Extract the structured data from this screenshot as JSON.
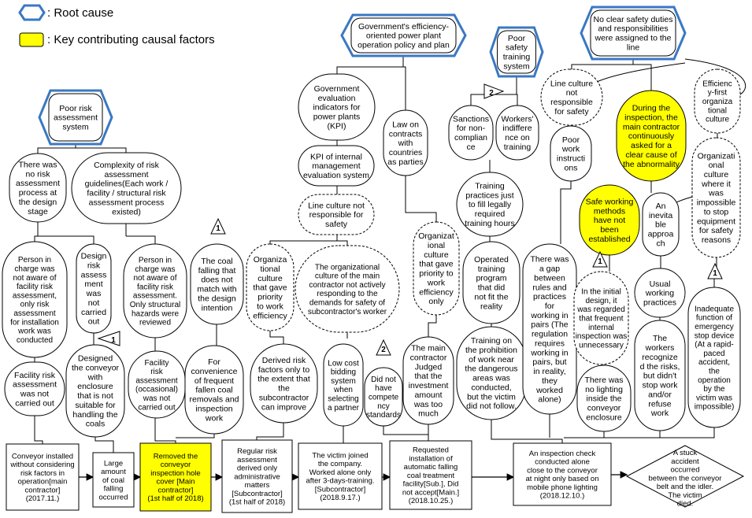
{
  "legend": [
    {
      "shape": "hexagon",
      "label": ": Root cause",
      "color": "#3a78c3"
    },
    {
      "shape": "yellow-box",
      "label": ": Key contributing causal factors",
      "color": "#ffff00"
    }
  ],
  "colors": {
    "root_border": "#3a78c3",
    "key_fill": "#ffff00",
    "line": "#000000"
  },
  "nodes": [
    {
      "id": "root-poor-risk",
      "lines": [
        "Poor risk",
        "assessment",
        "system"
      ]
    },
    {
      "id": "root-gov-policy",
      "lines": [
        "Government's efficiency-",
        "oriented power plant",
        "operation policy and plan"
      ]
    },
    {
      "id": "root-poor-training",
      "lines": [
        "Poor",
        "safety",
        "training",
        "system"
      ]
    },
    {
      "id": "root-no-duties",
      "lines": [
        "No clear safety duties",
        "and responsibilities",
        "were assigned to the",
        "line"
      ]
    },
    {
      "id": "no-risk-design",
      "lines": [
        "There was",
        "no risk",
        "assessment",
        "process at",
        "the design",
        "stage"
      ]
    },
    {
      "id": "complexity-guidelines",
      "lines": [
        "Complexity of risk",
        "assessment",
        "guidelines(Each work /",
        "facility / structural risk",
        "assessment process",
        "existed)"
      ]
    },
    {
      "id": "person-not-aware-1",
      "lines": [
        "Person in",
        "charge was",
        "not aware of",
        "facility risk",
        "assessment,",
        "only risk",
        "assessment",
        "for installation",
        "work was",
        "conducted"
      ]
    },
    {
      "id": "design-risk-not",
      "lines": [
        "Design",
        "risk",
        "assess",
        "ment",
        "was",
        "not",
        "carried",
        "out"
      ]
    },
    {
      "id": "person-not-aware-2",
      "lines": [
        "Person in",
        "charge was",
        "not aware of",
        "facility risk",
        "assessment.",
        "Only structural",
        "hazards were",
        "reviewed"
      ]
    },
    {
      "id": "facility-risk-not-1",
      "lines": [
        "Facility  risk",
        "assessment",
        "was not",
        "carried out"
      ]
    },
    {
      "id": "designed-conveyor",
      "lines": [
        "Designed",
        "the conveyor",
        "with",
        "enclosure",
        "that is not",
        "suitable for",
        "handling the",
        "coals"
      ]
    },
    {
      "id": "facility-risk-occasional",
      "lines": [
        "Facility",
        "risk",
        "assessment",
        "(occasional)",
        "was not",
        "carried out"
      ]
    },
    {
      "id": "gov-kpi",
      "lines": [
        "Government",
        "evaluation",
        "indicators for",
        "power plants",
        "(KPI)"
      ]
    },
    {
      "id": "kpi-internal",
      "lines": [
        "KPI of internal",
        "management",
        "evaluation system"
      ]
    },
    {
      "id": "line-culture-1",
      "lines": [
        "Line culture not",
        "responsible for",
        "safety"
      ]
    },
    {
      "id": "law-contracts",
      "lines": [
        "Law on",
        "contracts",
        "with",
        "countries",
        "as parties"
      ]
    },
    {
      "id": "coal-falling",
      "lines": [
        "The coal",
        "falling that",
        "does not",
        "match with",
        "the design",
        "intention"
      ]
    },
    {
      "id": "org-culture-priority-1",
      "lines": [
        "Organiza",
        "tional",
        "culture",
        "that gave",
        "priority",
        "to  work",
        "efficiency"
      ]
    },
    {
      "id": "org-culture-main",
      "lines": [
        "The organizational",
        "culture  of the main",
        "contractor not actively",
        "responding to the",
        "demands for safety  of",
        "subcontractor's worker"
      ]
    },
    {
      "id": "org-culture-priority-2",
      "lines": [
        "Organizat",
        "ional",
        "culture",
        "that gave",
        "priority to",
        "work",
        "efficiency",
        "only"
      ]
    },
    {
      "id": "for-convenience",
      "lines": [
        "For",
        "convenience",
        "of frequent",
        "fallen coal",
        "removals and",
        "inspection",
        "work"
      ]
    },
    {
      "id": "derived-risk",
      "lines": [
        "Derived risk",
        "factors only to",
        "the extent that",
        "the",
        "subcontractor",
        "can improve"
      ]
    },
    {
      "id": "low-cost-bidding",
      "lines": [
        "Low cost",
        "bidding",
        "system",
        "when",
        "selecting",
        "a partner"
      ]
    },
    {
      "id": "no-competency",
      "lines": [
        "Did not",
        "have",
        "compete",
        "ncy",
        "standards"
      ]
    },
    {
      "id": "main-contractor-judged",
      "lines": [
        "The main",
        "contractor",
        "Judged",
        "that the",
        "investment",
        "amount",
        "was too",
        "much"
      ]
    },
    {
      "id": "sanctions",
      "lines": [
        "Sanctions",
        "for non-",
        "complian",
        "ce"
      ]
    },
    {
      "id": "workers-indifference",
      "lines": [
        "Workers'",
        "indiffere",
        "nce on",
        "training"
      ]
    },
    {
      "id": "training-practices",
      "lines": [
        "Training",
        "practices just",
        "to fill legally",
        "required",
        "training hours"
      ]
    },
    {
      "id": "operated-training",
      "lines": [
        "Operated",
        "training",
        "program",
        "that did",
        "not fit the",
        "reality"
      ]
    },
    {
      "id": "training-prohibition",
      "lines": [
        "Training on",
        "the prohibition",
        "of work near",
        "the dangerous",
        "areas was",
        "conducted,",
        "but the victim",
        "did  not follow."
      ]
    },
    {
      "id": "line-culture-2",
      "lines": [
        "Line culture",
        "not",
        "responsible",
        "for safety"
      ]
    },
    {
      "id": "poor-work-instructions",
      "lines": [
        "Poor",
        "work",
        "instructi",
        "ons"
      ]
    },
    {
      "id": "during-inspection",
      "lines": [
        "During the",
        "inspection, the",
        "main contractor",
        "continuously",
        "asked for a",
        "clear cause of",
        "the abnormality"
      ]
    },
    {
      "id": "efficiency-first",
      "lines": [
        "Efficienc",
        "y-first",
        "organiza",
        "tional",
        "culture"
      ]
    },
    {
      "id": "org-culture-impossible",
      "lines": [
        "Organizati",
        "onal",
        "culture",
        "where it",
        "was",
        "impossible",
        "to stop",
        "equipment",
        "for safety",
        "reasons"
      ]
    },
    {
      "id": "safe-working-methods",
      "lines": [
        "Safe working",
        "methods",
        "have not",
        "been",
        "established"
      ]
    },
    {
      "id": "inevitable",
      "lines": [
        "An",
        "inevita",
        "ble",
        "approa",
        "ch"
      ]
    },
    {
      "id": "gap-rules",
      "lines": [
        "There was",
        "a gap",
        "between",
        "rules and",
        "practices",
        "for",
        "working in",
        "pairs (The",
        "regulation",
        "requires",
        "working in",
        "pairs, but",
        "in reality,",
        "they",
        "worked",
        "alone)"
      ]
    },
    {
      "id": "initial-design",
      "lines": [
        "In the initial",
        "design, it",
        "was regarded",
        "that frequent",
        "internal",
        "inspection was",
        "unnecessary"
      ]
    },
    {
      "id": "no-lighting",
      "lines": [
        "There was",
        "no lighting",
        "inside the",
        "conveyor",
        "enclosure"
      ]
    },
    {
      "id": "usual-practices",
      "lines": [
        "Usual",
        "working",
        "practices"
      ]
    },
    {
      "id": "workers-recognized",
      "lines": [
        "The",
        "workers",
        "recognize",
        "d the risks,",
        "but didn't",
        "stop work",
        "and/or",
        "refuse",
        "work"
      ]
    },
    {
      "id": "inadequate-stop",
      "lines": [
        "Inadequate",
        "function of",
        "emergency",
        "stop device",
        "(At a rapid-",
        "paced",
        "accident,",
        "the",
        "operation",
        "by the",
        "victim was",
        "impossible)"
      ]
    },
    {
      "id": "ev-conveyor-installed",
      "lines": [
        "Conveyor installed",
        "without considering",
        "risk factors in",
        "operation[main",
        "contractor]",
        "(2017.11.)"
      ]
    },
    {
      "id": "ev-coal-falling",
      "lines": [
        "Large",
        "amount",
        "of coal",
        "falling",
        "occurred"
      ]
    },
    {
      "id": "ev-removed-cover",
      "lines": [
        "Removed the",
        "conveyor",
        "inspection hole",
        "cover      [Main",
        "contractor]",
        "(1st half of 2018)"
      ]
    },
    {
      "id": "ev-regular-risk",
      "lines": [
        "Regular risk",
        "assessment",
        "derived only",
        "administrative",
        "matters",
        "[Subcontractor]",
        "(1st half of 2018)"
      ]
    },
    {
      "id": "ev-victim-joined",
      "lines": [
        "The victim joined",
        "the company.",
        "Worked alone only",
        "after 3-days-training.",
        "[Subcontractor]",
        "(2018.9.17.)"
      ]
    },
    {
      "id": "ev-requested-install",
      "lines": [
        "Requested",
        "installation of",
        "automatic falling",
        "coal treatment",
        "facility[Sub.], Did",
        "not accept[Main.]",
        "(2018.10.25.)"
      ]
    },
    {
      "id": "ev-inspection-alone",
      "lines": [
        "An inspection check",
        "conducted alone",
        "close to the conveyor",
        "at night only based on",
        "mobile phone lighting",
        "(2018.12.10.)"
      ]
    },
    {
      "id": "ev-accident",
      "lines": [
        "A stuck",
        "accident",
        "occurred",
        "between the conveyor",
        "belt and the idler.",
        "The victim",
        "died."
      ]
    }
  ],
  "markers": [
    {
      "id": "m-tri-1a",
      "label": "1"
    },
    {
      "id": "m-tri-1b",
      "label": "1"
    },
    {
      "id": "m-tri-1c",
      "label": "1"
    },
    {
      "id": "m-tri-1d",
      "label": "1"
    },
    {
      "id": "m-tri-2a",
      "label": "2"
    },
    {
      "id": "m-tri-2b",
      "label": "2"
    }
  ]
}
